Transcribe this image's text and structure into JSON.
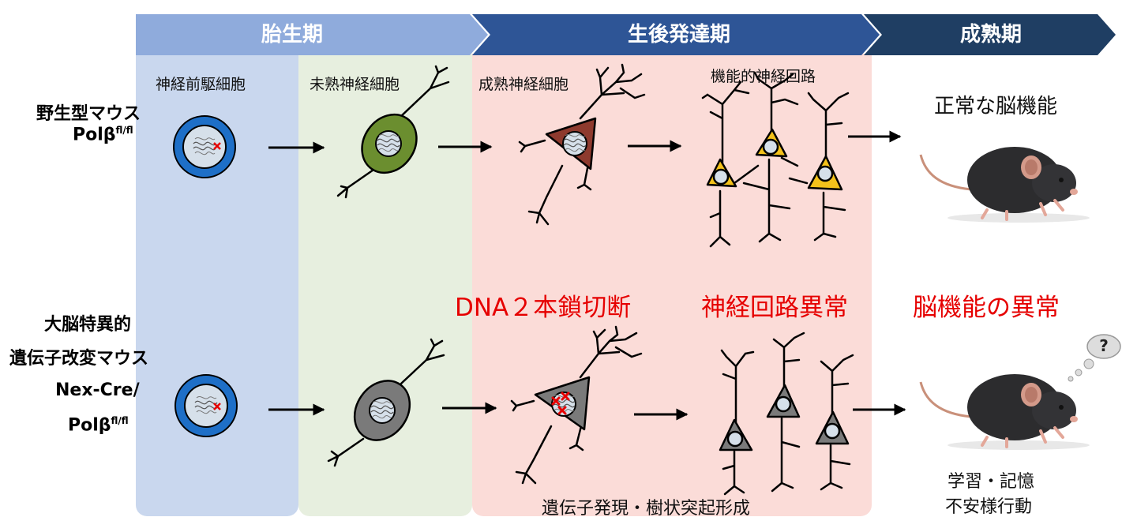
{
  "stages": [
    {
      "label": "胎生期",
      "color": "#8fabdc"
    },
    {
      "label": "生後発達期",
      "color": "#2e5596"
    },
    {
      "label": "成熟期",
      "color": "#1f3e63"
    }
  ],
  "columns": {
    "progenitor": "神経前駆細胞",
    "immature": "未熟神経細胞",
    "mature": "成熟神経細胞",
    "circuit": "機能的神経回路"
  },
  "wildtype": {
    "line1": "野生型マウス",
    "gene": "Polβ",
    "sup": "fl/fl",
    "outcome": "正常な脳機能"
  },
  "mutant": {
    "line1": "大脳特異的",
    "line2": "遺伝子改変マウス",
    "line3": "Nex-Cre/",
    "gene": "Polβ",
    "sup": "fl/fl",
    "dsb": "DNA２本鎖切断",
    "circuit_abnormal": "神経回路異常",
    "brain_abnormal": "脳機能の異常",
    "symptom1": "学習・記憶",
    "symptom2": "不安様行動",
    "process": "遺伝子発現・樹状突起形成",
    "thought": "?"
  },
  "colors": {
    "embryonic_bg": "#c9d7ee",
    "immature_bg": "#e7efdf",
    "postnatal_bg": "#fbdcd8",
    "nucleus_ring": "#1e6fc7",
    "immature_wt": "#6b8e2f",
    "mature_wt": "#8e3a2e",
    "circuit_wt": "#f4c21b",
    "mutant_cell": "#7a7a7a",
    "dsb_red": "#e60000"
  }
}
